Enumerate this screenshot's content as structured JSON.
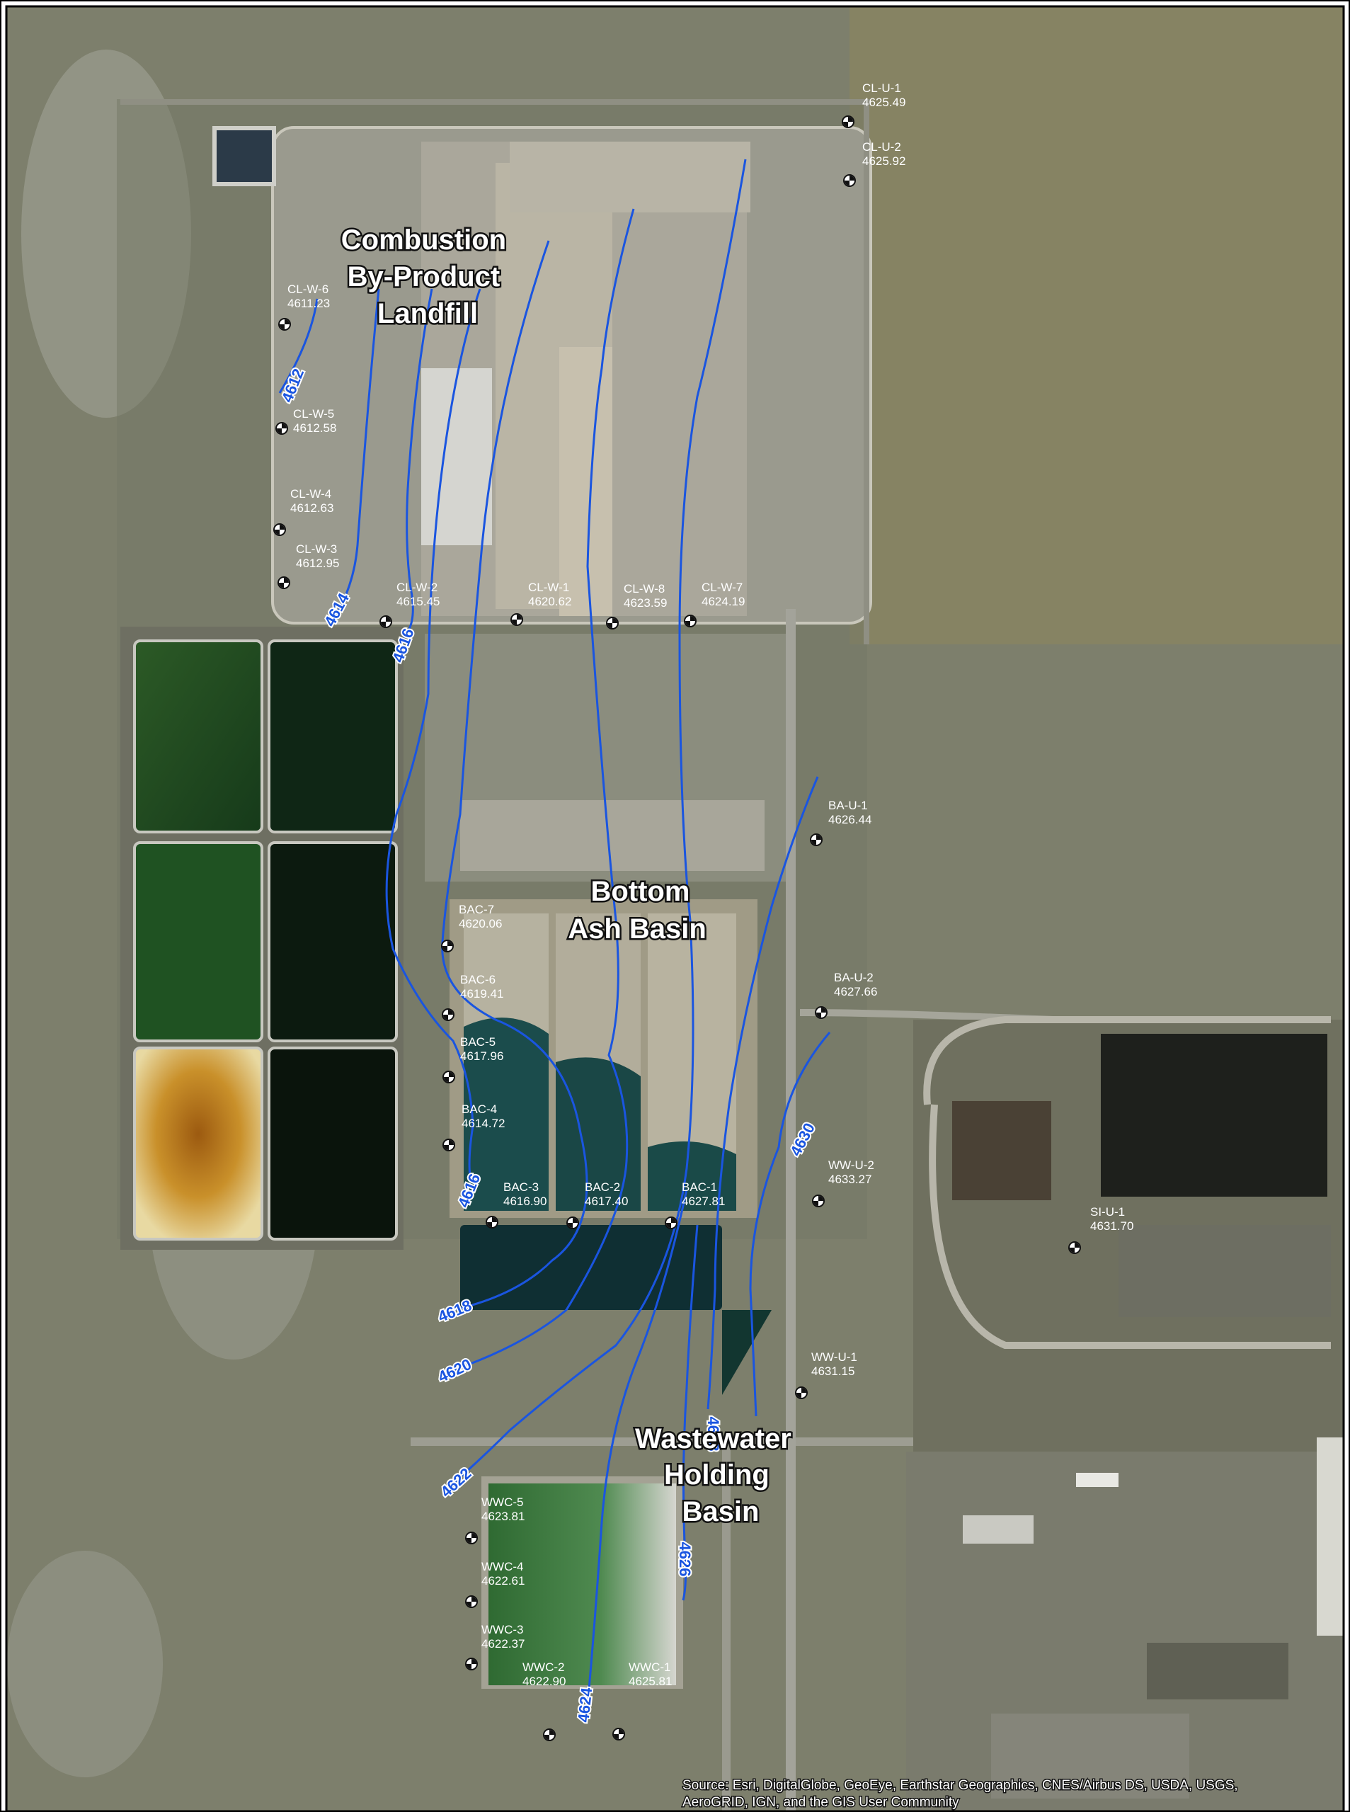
{
  "map": {
    "areas": {
      "landfill": [
        "Combustion",
        "By-Product",
        "Landfill"
      ],
      "bottom_ash": [
        "Bottom",
        "Ash Basin"
      ],
      "wastewater": [
        "Wastewater",
        "Holding",
        "Basin"
      ]
    },
    "contour_labels": {
      "c4612": "4612",
      "c4614": "4614",
      "c4616a": "4616",
      "c4616b": "4616",
      "c4618": "4618",
      "c4620": "4620",
      "c4622": "4622",
      "c4624": "4624",
      "c4626": "4626",
      "c4628": "4628",
      "c4630": "4630"
    },
    "wells": [
      {
        "id": "CL-U-1",
        "elev": "4625.49"
      },
      {
        "id": "CL-U-2",
        "elev": "4625.92"
      },
      {
        "id": "CL-W-6",
        "elev": "4611.23"
      },
      {
        "id": "CL-W-5",
        "elev": "4612.58"
      },
      {
        "id": "CL-W-4",
        "elev": "4612.63"
      },
      {
        "id": "CL-W-3",
        "elev": "4612.95"
      },
      {
        "id": "CL-W-2",
        "elev": "4615.45"
      },
      {
        "id": "CL-W-1",
        "elev": "4620.62"
      },
      {
        "id": "CL-W-8",
        "elev": "4623.59"
      },
      {
        "id": "CL-W-7",
        "elev": "4624.19"
      },
      {
        "id": "BA-U-1",
        "elev": "4626.44"
      },
      {
        "id": "BA-U-2",
        "elev": "4627.66"
      },
      {
        "id": "BAC-7",
        "elev": "4620.06"
      },
      {
        "id": "BAC-6",
        "elev": "4619.41"
      },
      {
        "id": "BAC-5",
        "elev": "4617.96"
      },
      {
        "id": "BAC-4",
        "elev": "4614.72"
      },
      {
        "id": "BAC-3",
        "elev": "4616.90"
      },
      {
        "id": "BAC-2",
        "elev": "4617.40"
      },
      {
        "id": "BAC-1",
        "elev": "4627.81"
      },
      {
        "id": "WW-U-2",
        "elev": "4633.27"
      },
      {
        "id": "SI-U-1",
        "elev": "4631.70"
      },
      {
        "id": "WW-U-1",
        "elev": "4631.15"
      },
      {
        "id": "WWC-5",
        "elev": "4623.81"
      },
      {
        "id": "WWC-4",
        "elev": "4622.61"
      },
      {
        "id": "WWC-3",
        "elev": "4622.37"
      },
      {
        "id": "WWC-2",
        "elev": "4622.90"
      },
      {
        "id": "WWC-1",
        "elev": "4625.81"
      }
    ],
    "source_attribution": [
      "Source: Esri, DigitalGlobe, GeoEye, Earthstar Geographics, CNES/Airbus DS, USDA, USGS,",
      "AeroGRID, IGN, and the GIS User Community"
    ],
    "colors": {
      "contour": "#1a55e0",
      "terrain": "#7b7d6b",
      "pond_green": "#214a22",
      "pond_dark": "#0e1a13",
      "pond_yellow": "#c48a26",
      "water_teal": "#174a4a"
    }
  }
}
